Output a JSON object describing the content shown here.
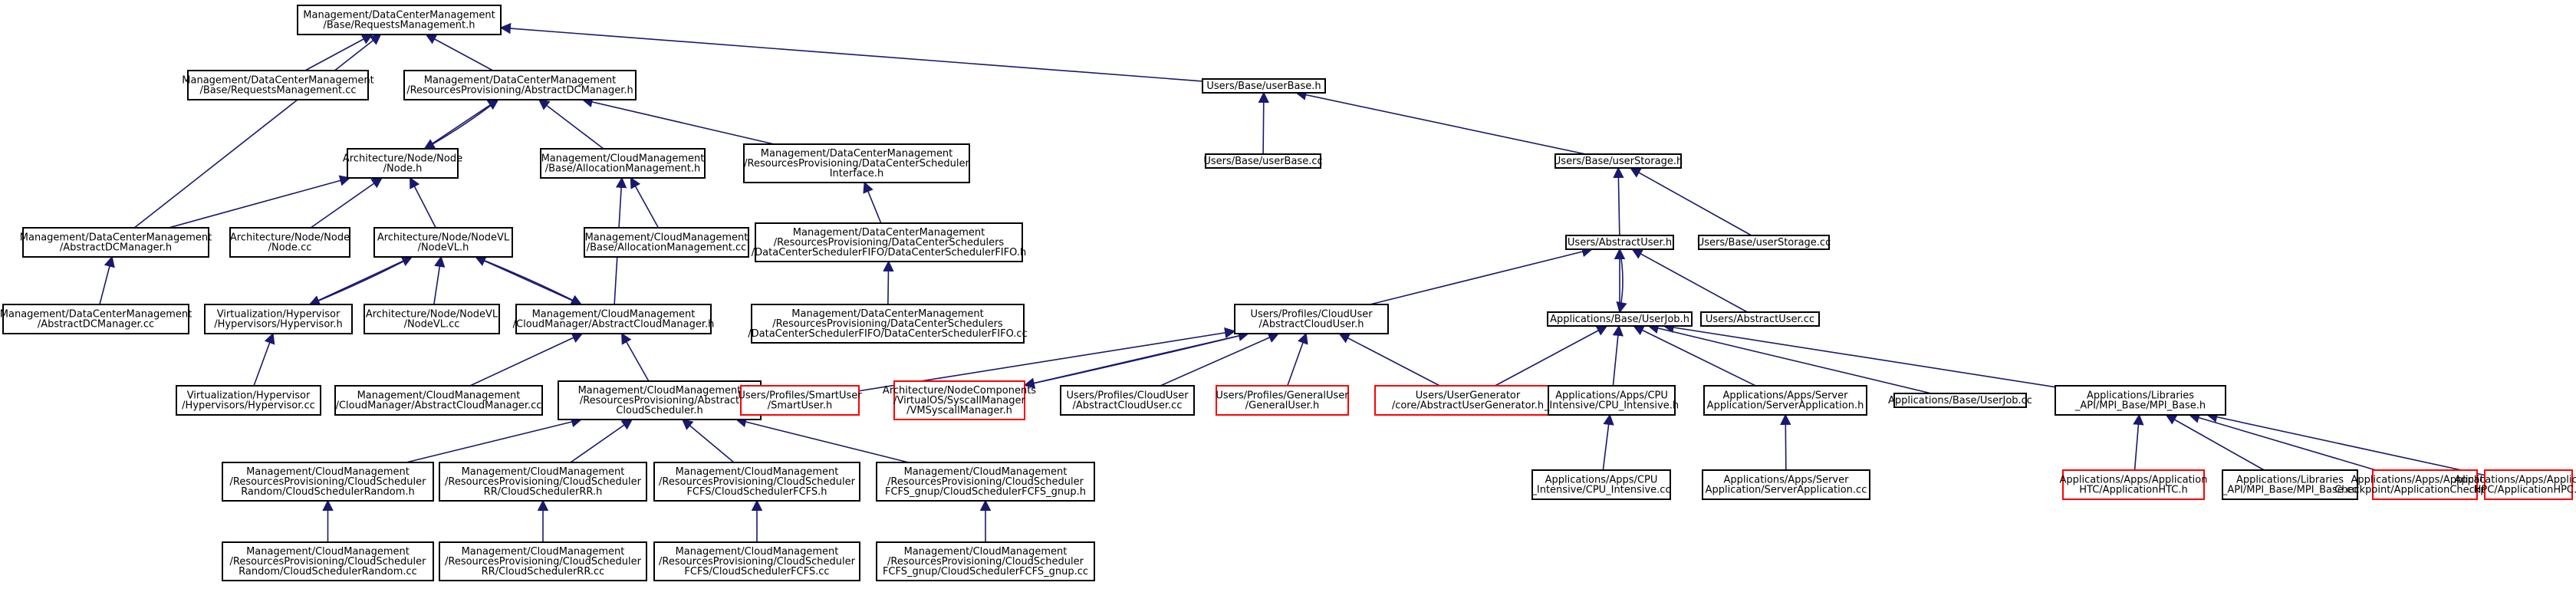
{
  "colors": {
    "edge": "#191970",
    "box_border": "#000000",
    "box_border_truncated": "#ff0000",
    "root_fill": "#bfbfbf",
    "box_fill": "#ffffff",
    "text": "#000000"
  },
  "nodes": [
    {
      "id": "n0",
      "lines": [
        "Management/DataCenterManagement",
        "/Base/RequestsManagement.h"
      ],
      "root": true
    },
    {
      "id": "n1",
      "lines": [
        "Management/DataCenterManagement",
        "/Base/RequestsManagement.cc"
      ]
    },
    {
      "id": "n2",
      "lines": [
        "Management/DataCenterManagement",
        "/ResourcesProvisioning/AbstractDCManager.h"
      ]
    },
    {
      "id": "n3",
      "lines": [
        "Users/Base/userBase.h"
      ]
    },
    {
      "id": "n4",
      "lines": [
        "Architecture/Node/Node",
        "/Node.h"
      ]
    },
    {
      "id": "n5",
      "lines": [
        "Management/CloudManagement",
        "/Base/AllocationManagement.h"
      ]
    },
    {
      "id": "n6",
      "lines": [
        "Management/DataCenterManagement",
        "/ResourcesProvisioning/DataCenterScheduler",
        "Interface.h"
      ]
    },
    {
      "id": "n7",
      "lines": [
        "Users/Base/userBase.cc"
      ]
    },
    {
      "id": "n8",
      "lines": [
        "Users/Base/userStorage.h"
      ]
    },
    {
      "id": "n9",
      "lines": [
        "Management/DataCenterManagement",
        "/AbstractDCManager.h"
      ]
    },
    {
      "id": "n10",
      "lines": [
        "Architecture/Node/Node",
        "/Node.cc"
      ]
    },
    {
      "id": "n11",
      "lines": [
        "Architecture/Node/NodeVL",
        "/NodeVL.h"
      ]
    },
    {
      "id": "n12",
      "lines": [
        "Management/CloudManagement",
        "/Base/AllocationManagement.cc"
      ]
    },
    {
      "id": "n13",
      "lines": [
        "Management/DataCenterManagement",
        "/ResourcesProvisioning/DataCenterSchedulers",
        "/DataCenterSchedulerFIFO/DataCenterSchedulerFIFO.h"
      ]
    },
    {
      "id": "n14",
      "lines": [
        "Users/AbstractUser.h"
      ]
    },
    {
      "id": "n15",
      "lines": [
        "Users/Base/userStorage.cc"
      ]
    },
    {
      "id": "n16",
      "lines": [
        "Management/DataCenterManagement",
        "/AbstractDCManager.cc"
      ]
    },
    {
      "id": "n17",
      "lines": [
        "Virtualization/Hypervisor",
        "/Hypervisors/Hypervisor.h"
      ]
    },
    {
      "id": "n18",
      "lines": [
        "Architecture/Node/NodeVL",
        "/NodeVL.cc"
      ]
    },
    {
      "id": "n19",
      "lines": [
        "Management/CloudManagement",
        "/CloudManager/AbstractCloudManager.h"
      ]
    },
    {
      "id": "n20",
      "lines": [
        "Management/DataCenterManagement",
        "/ResourcesProvisioning/DataCenterSchedulers",
        "/DataCenterSchedulerFIFO/DataCenterSchedulerFIFO.cc"
      ]
    },
    {
      "id": "n21",
      "lines": [
        "Users/Profiles/CloudUser",
        "/AbstractCloudUser.h"
      ]
    },
    {
      "id": "n22",
      "lines": [
        "Applications/Base/UserJob.h"
      ]
    },
    {
      "id": "n23",
      "lines": [
        "Users/AbstractUser.cc"
      ]
    },
    {
      "id": "n24",
      "lines": [
        "Virtualization/Hypervisor",
        "/Hypervisors/Hypervisor.cc"
      ]
    },
    {
      "id": "n25",
      "lines": [
        "Management/CloudManagement",
        "/CloudManager/AbstractCloudManager.cc"
      ]
    },
    {
      "id": "n26",
      "lines": [
        "Management/CloudManagement",
        "/ResourcesProvisioning/Abstract",
        "CloudScheduler.h"
      ]
    },
    {
      "id": "n27",
      "lines": [
        "Users/Profiles/SmartUser",
        "/SmartUser.h"
      ],
      "truncated": true
    },
    {
      "id": "n28",
      "lines": [
        "Architecture/NodeComponents",
        "/VirtualOS/SyscallManager",
        "/VMSyscallManager.h"
      ],
      "truncated": true
    },
    {
      "id": "n29",
      "lines": [
        "Users/Profiles/CloudUser",
        "/AbstractCloudUser.cc"
      ]
    },
    {
      "id": "n30",
      "lines": [
        "Users/Profiles/GeneralUser",
        "/GeneralUser.h"
      ],
      "truncated": true
    },
    {
      "id": "n31",
      "lines": [
        "Users/UserGenerator",
        "/core/AbstractUserGenerator.h"
      ],
      "truncated": true
    },
    {
      "id": "n32",
      "lines": [
        "Applications/Apps/CPU",
        "_Intensive/CPU_Intensive.h"
      ]
    },
    {
      "id": "n33",
      "lines": [
        "Applications/Apps/Server",
        "Application/ServerApplication.h"
      ]
    },
    {
      "id": "n34",
      "lines": [
        "Applications/Base/UserJob.cc"
      ]
    },
    {
      "id": "n35",
      "lines": [
        "Applications/Libraries",
        "_API/MPI_Base/MPI_Base.h"
      ]
    },
    {
      "id": "n36",
      "lines": [
        "Management/CloudManagement",
        "/ResourcesProvisioning/CloudScheduler",
        "Random/CloudSchedulerRandom.h"
      ]
    },
    {
      "id": "n37",
      "lines": [
        "Management/CloudManagement",
        "/ResourcesProvisioning/CloudScheduler",
        "RR/CloudSchedulerRR.h"
      ]
    },
    {
      "id": "n38",
      "lines": [
        "Management/CloudManagement",
        "/ResourcesProvisioning/CloudScheduler",
        "FCFS/CloudSchedulerFCFS.h"
      ]
    },
    {
      "id": "n39",
      "lines": [
        "Management/CloudManagement",
        "/ResourcesProvisioning/CloudScheduler",
        "FCFS_gnup/CloudSchedulerFCFS_gnup.h"
      ]
    },
    {
      "id": "n40",
      "lines": [
        "Applications/Apps/CPU",
        "_Intensive/CPU_Intensive.cc"
      ]
    },
    {
      "id": "n41",
      "lines": [
        "Applications/Apps/Server",
        "Application/ServerApplication.cc"
      ]
    },
    {
      "id": "n42",
      "lines": [
        "Applications/Apps/Application",
        "HTC/ApplicationHTC.h"
      ],
      "truncated": true
    },
    {
      "id": "n43",
      "lines": [
        "Applications/Libraries",
        "_API/MPI_Base/MPI_Base.cc"
      ]
    },
    {
      "id": "n44",
      "lines": [
        "Applications/Apps/Application",
        "Checkpoint/ApplicationCheckpoint.h"
      ],
      "truncated": true
    },
    {
      "id": "n45",
      "lines": [
        "Applications/Apps/Application",
        "HPC/ApplicationHPC.h"
      ],
      "truncated": true
    },
    {
      "id": "n46",
      "lines": [
        "Management/CloudManagement",
        "/ResourcesProvisioning/CloudScheduler",
        "Random/CloudSchedulerRandom.cc"
      ]
    },
    {
      "id": "n47",
      "lines": [
        "Management/CloudManagement",
        "/ResourcesProvisioning/CloudScheduler",
        "RR/CloudSchedulerRR.cc"
      ]
    },
    {
      "id": "n48",
      "lines": [
        "Management/CloudManagement",
        "/ResourcesProvisioning/CloudScheduler",
        "FCFS/CloudSchedulerFCFS.cc"
      ]
    },
    {
      "id": "n49",
      "lines": [
        "Management/CloudManagement",
        "/ResourcesProvisioning/CloudScheduler",
        "FCFS_gnup/CloudSchedulerFCFS_gnup.cc"
      ]
    }
  ],
  "edges": [
    [
      "n0",
      "n1"
    ],
    [
      "n0",
      "n2"
    ],
    [
      "n0",
      "n3"
    ],
    [
      "n0",
      "n9"
    ],
    [
      "n2",
      "n4"
    ],
    [
      "n2",
      "n5"
    ],
    [
      "n2",
      "n6"
    ],
    [
      "n4",
      "n2"
    ],
    [
      "n3",
      "n7"
    ],
    [
      "n3",
      "n8"
    ],
    [
      "n4",
      "n9"
    ],
    [
      "n4",
      "n10"
    ],
    [
      "n4",
      "n11"
    ],
    [
      "n5",
      "n12"
    ],
    [
      "n5",
      "n19"
    ],
    [
      "n6",
      "n13"
    ],
    [
      "n13",
      "n20"
    ],
    [
      "n8",
      "n14"
    ],
    [
      "n8",
      "n15"
    ],
    [
      "n9",
      "n16"
    ],
    [
      "n11",
      "n17"
    ],
    [
      "n11",
      "n18"
    ],
    [
      "n11",
      "n19"
    ],
    [
      "n17",
      "n11"
    ],
    [
      "n19",
      "n11"
    ],
    [
      "n14",
      "n21"
    ],
    [
      "n14",
      "n22"
    ],
    [
      "n14",
      "n23"
    ],
    [
      "n22",
      "n14"
    ],
    [
      "n17",
      "n24"
    ],
    [
      "n19",
      "n25"
    ],
    [
      "n19",
      "n26"
    ],
    [
      "n21",
      "n27"
    ],
    [
      "n21",
      "n28"
    ],
    [
      "n21",
      "n29"
    ],
    [
      "n21",
      "n30"
    ],
    [
      "n21",
      "n31"
    ],
    [
      "n28",
      "n21"
    ],
    [
      "n22",
      "n31"
    ],
    [
      "n22",
      "n32"
    ],
    [
      "n22",
      "n33"
    ],
    [
      "n22",
      "n34"
    ],
    [
      "n22",
      "n35"
    ],
    [
      "n26",
      "n36"
    ],
    [
      "n26",
      "n37"
    ],
    [
      "n26",
      "n38"
    ],
    [
      "n26",
      "n39"
    ],
    [
      "n32",
      "n40"
    ],
    [
      "n33",
      "n41"
    ],
    [
      "n35",
      "n42"
    ],
    [
      "n35",
      "n43"
    ],
    [
      "n35",
      "n44"
    ],
    [
      "n35",
      "n45"
    ],
    [
      "n36",
      "n46"
    ],
    [
      "n37",
      "n47"
    ],
    [
      "n38",
      "n48"
    ],
    [
      "n39",
      "n49"
    ]
  ]
}
